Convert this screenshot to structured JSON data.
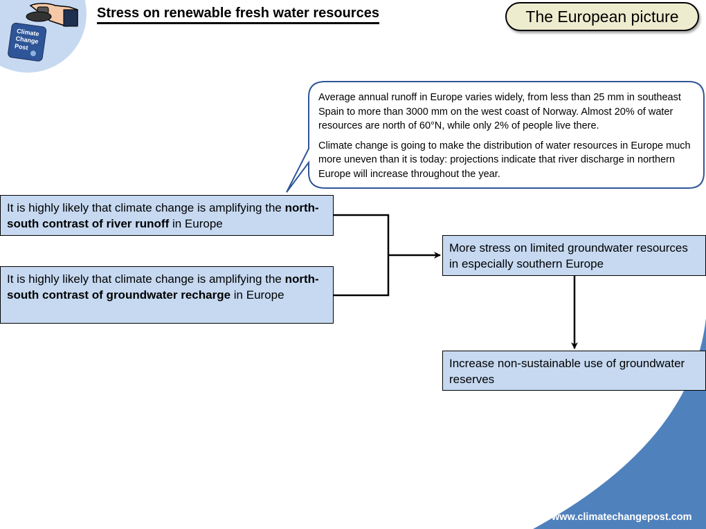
{
  "header": {
    "title": "Stress on renewable fresh water resources",
    "badge": "The European picture"
  },
  "logo": {
    "text_lines": [
      "Climate",
      "Change",
      "Post"
    ],
    "icon": "hand-stamp-icon"
  },
  "callout": {
    "paragraphs": [
      "Average annual runoff in Europe varies widely, from less than 25 mm in southeast Spain to more than 3000 mm on the west coast of Norway. Almost 20% of water resources are north of 60°N, while only 2% of people live there.",
      "Climate change is going to make the distribution of water resources in Europe much more uneven than it is today: projections indicate that river discharge in northern Europe will increase throughout the year."
    ]
  },
  "boxes": {
    "runoff": {
      "pre": "It is highly likely that climate change is amplifying the ",
      "bold": "north-south contrast of river runoff",
      "post": " in Europe"
    },
    "recharge": {
      "pre": "It is highly likely that climate change is amplifying the ",
      "bold": "north-south contrast of groundwater recharge",
      "post": " in Europe"
    },
    "stress": "More stress on limited groundwater resources in especially southern Europe",
    "increase": "Increase non-sustainable use of groundwater reserves"
  },
  "footer": {
    "url": "www.climatechangepost.com"
  },
  "colors": {
    "box_fill": "#c6d9f1",
    "badge_fill": "#eeeccf",
    "corner_blue": "#4f81bd",
    "logo_circle": "#c6d9f1"
  }
}
